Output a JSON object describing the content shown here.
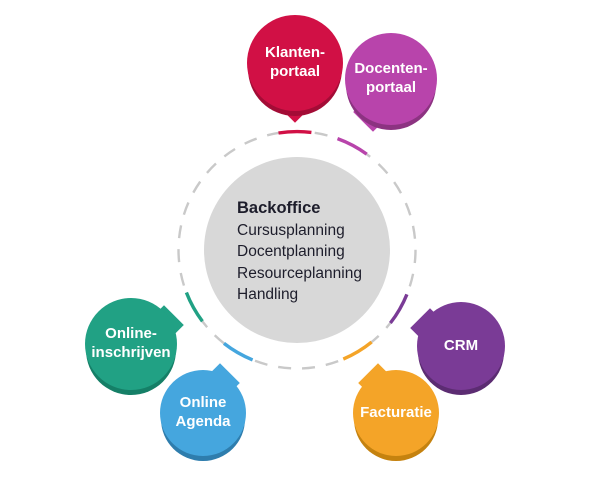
{
  "background": "#ffffff",
  "center": {
    "title": "Backoffice",
    "items": [
      "Cursusplanning",
      "Docentplanning",
      "Resourceplanning",
      "Handling"
    ],
    "circle_color": "#d8d8d8",
    "ring_color": "#c9c9c9",
    "text_color": "#1d1d2b"
  },
  "bubbles": [
    {
      "id": "klantenportaal",
      "label": "Klanten-\nportaal",
      "color": "#d11045",
      "shadow_color": "#a30c36"
    },
    {
      "id": "docentenportaal",
      "label": "Docenten-\nportaal",
      "color": "#b844ab",
      "shadow_color": "#8c3381"
    },
    {
      "id": "crm",
      "label": "CRM",
      "color": "#7a3b96",
      "shadow_color": "#5c2c72"
    },
    {
      "id": "facturatie",
      "label": "Facturatie",
      "color": "#f4a428",
      "shadow_color": "#c5820f"
    },
    {
      "id": "online-agenda",
      "label": "Online\nAgenda",
      "color": "#45a6de",
      "shadow_color": "#2e7dad"
    },
    {
      "id": "online-inschrijven",
      "label": "Online-\ninschrijven",
      "color": "#21a184",
      "shadow_color": "#157f67"
    }
  ]
}
